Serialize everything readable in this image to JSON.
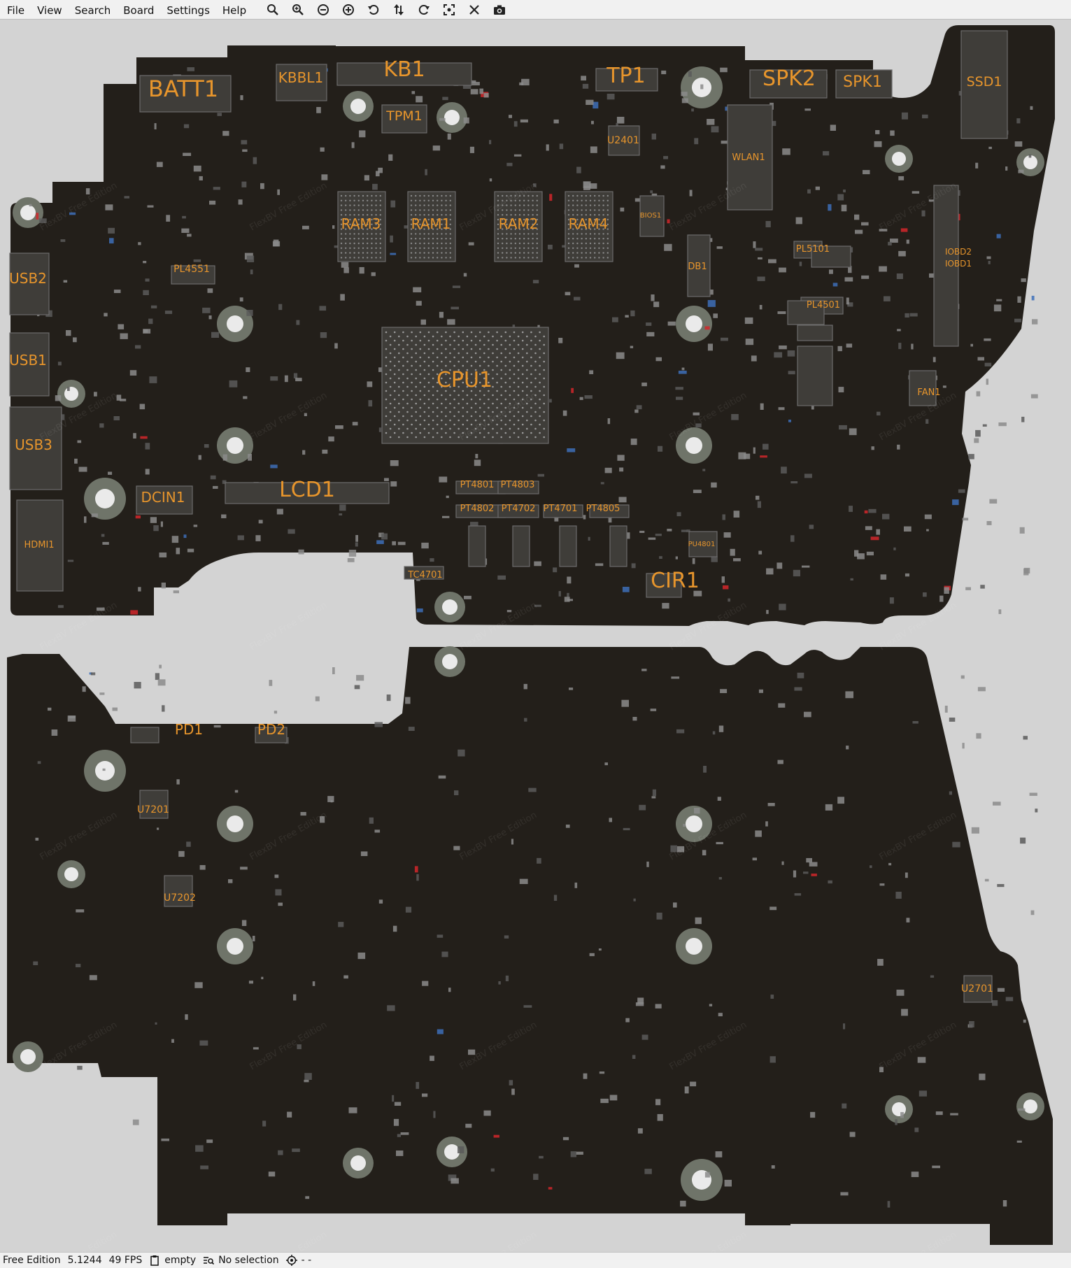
{
  "menubar": {
    "items": [
      {
        "label": "File"
      },
      {
        "label": "View"
      },
      {
        "label": "Search"
      },
      {
        "label": "Board"
      },
      {
        "label": "Settings"
      },
      {
        "label": "Help"
      }
    ]
  },
  "toolbar": {
    "icons": [
      "search-icon",
      "zoom-in-icon",
      "zoom-out-icon",
      "zoom-plus-icon",
      "rotate-ccw-icon",
      "flip-icon",
      "rotate-cw-icon",
      "fit-icon",
      "close-icon",
      "camera-icon"
    ]
  },
  "board": {
    "colors": {
      "pcb": "#231f1a",
      "label": "#e7952c",
      "hole_ring": "#6f7469",
      "hole_center": "#eaeaea",
      "component": "#8b8b8b",
      "pad_blue": "#3d6fb8",
      "pad_red": "#d2272b",
      "background": "#d3d3d3"
    },
    "top_labels": [
      "BATT1",
      "KBBL1",
      "KB1",
      "TPM1",
      "TP1",
      "SPK2",
      "SPK1",
      "SSD1",
      "WLAN1",
      "U2401",
      "RAM3",
      "RAM1",
      "RAM2",
      "RAM4",
      "BIOS1",
      "DB1",
      "USB2",
      "USB1",
      "USB3",
      "HDMI1",
      "DCIN1",
      "LCD1",
      "CPU1",
      "PL4551",
      "PL5101",
      "PL4501",
      "IOBD2",
      "IOBD1",
      "FAN1",
      "CIR1",
      "TC4701",
      "PT4801",
      "PT4803",
      "PT4802",
      "PT4702",
      "PT4701",
      "PT4805",
      "PU4801"
    ],
    "bottom_labels": [
      "PD1",
      "PD2",
      "U7201",
      "U7202",
      "U2701"
    ],
    "watermark": "FlexBV Free Edition"
  },
  "status": {
    "edition": "Free Edition",
    "version": "5.1244",
    "fps": "49 FPS",
    "clipboard": "empty",
    "selection": "No selection",
    "coords": "- -"
  }
}
